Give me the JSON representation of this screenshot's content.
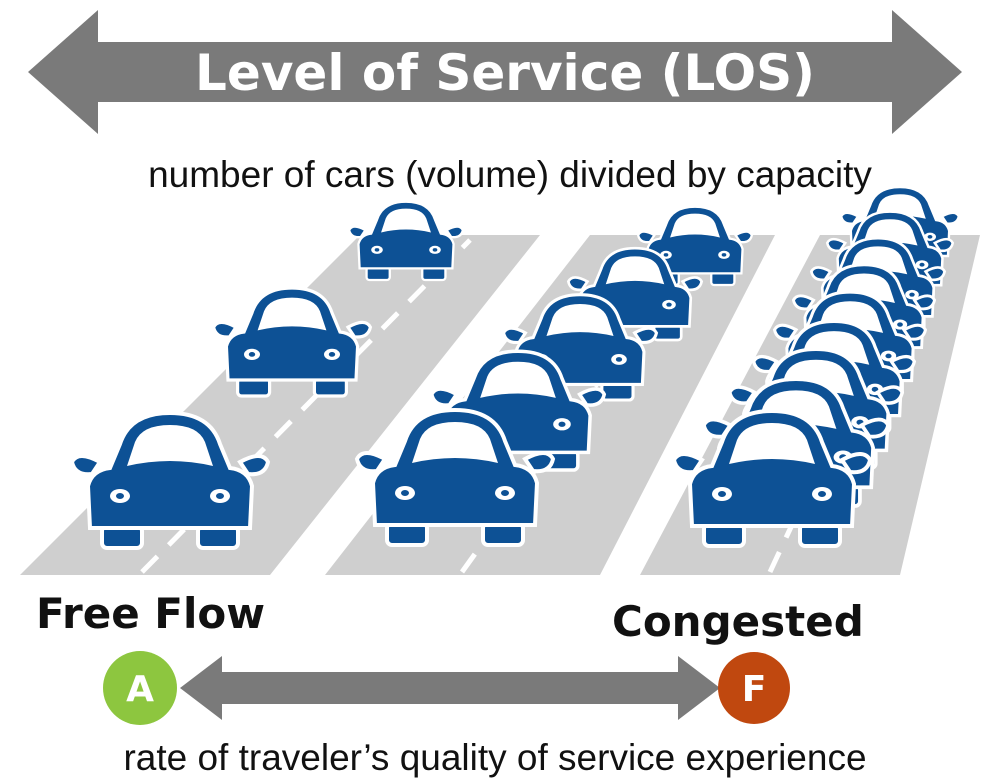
{
  "header": {
    "title": "Level of Service (LOS)",
    "subtitle": "number of cars (volume) divided by capacity"
  },
  "lanes": [
    {
      "name": "free-flow-lane",
      "car_count": 3
    },
    {
      "name": "medium-lane",
      "car_count": 5
    },
    {
      "name": "congested-lane",
      "car_count": 9
    }
  ],
  "scale": {
    "left_label": "Free Flow",
    "right_label": "Congested",
    "left_grade": "A",
    "right_grade": "F",
    "caption": "rate of traveler’s quality of service experience"
  },
  "colors": {
    "arrow": "#7a7a7a",
    "road": "#cfcfcf",
    "car": "#0d5195",
    "grade_a": "#8dc63f",
    "grade_f": "#c0480f"
  }
}
